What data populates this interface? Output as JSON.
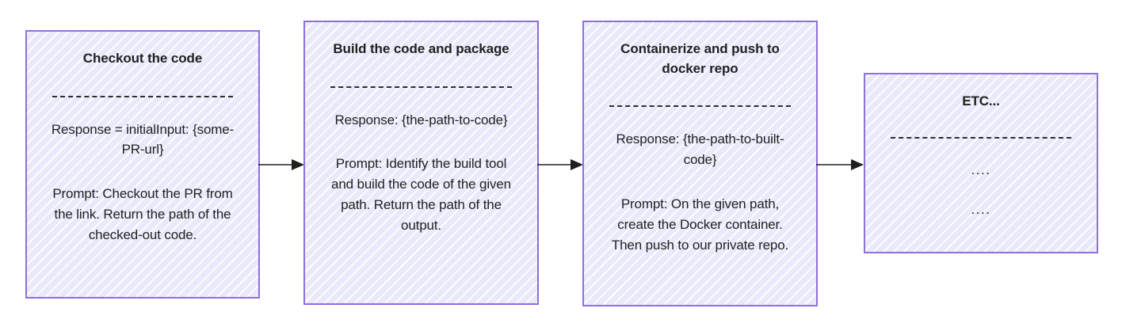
{
  "diagram": {
    "type": "flowchart",
    "direction": "left-to-right",
    "accent_border_color": "#8e6fdb",
    "node_fill_color": "#e9e9fb",
    "text_color": "#1f2020",
    "arrow_color": "#1f1f1f",
    "nodes": [
      {
        "id": "checkout",
        "title": "Checkout the code",
        "response": "Response = initialInput: {some-PR-url}",
        "prompt": "Prompt: Checkout the PR from the link. Return the path of the checked-out code."
      },
      {
        "id": "build",
        "title": "Build the code and package",
        "response": "Response: {the-path-to-code}",
        "prompt": "Prompt: Identify the build tool and build the code of the given path. Return the path of the output."
      },
      {
        "id": "containerize",
        "title": "Containerize and push to docker repo",
        "response": "Response: {the-path-to-built-code}",
        "prompt": "Prompt: On the given path, create the Docker container. Then push to our private repo."
      },
      {
        "id": "etc",
        "title": "ETC...",
        "line_1": "....",
        "line_2": "...."
      }
    ],
    "connectors": [
      {
        "id": "checkout-to-build",
        "from": "checkout",
        "to": "build",
        "label": ""
      },
      {
        "id": "build-to-containerize",
        "from": "build",
        "to": "containerize",
        "label": ""
      },
      {
        "id": "containerize-to-etc",
        "from": "containerize",
        "to": "etc",
        "label": ""
      }
    ]
  }
}
